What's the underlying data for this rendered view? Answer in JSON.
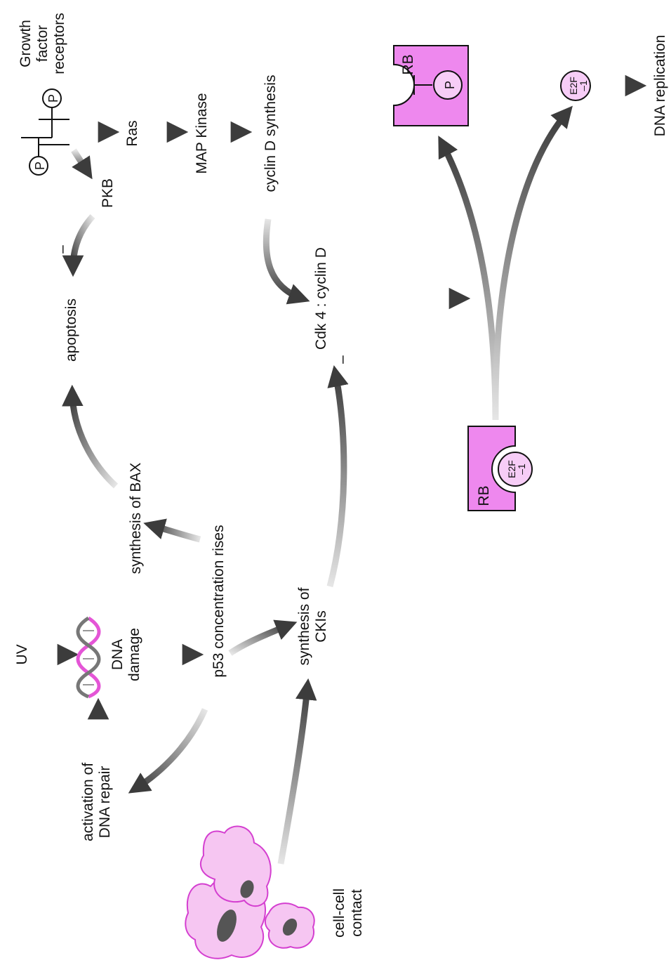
{
  "labels": {
    "growth_factor_receptors": [
      "Growth",
      "factor",
      "receptors"
    ],
    "ras": "Ras",
    "map_kinase": "MAP Kinase",
    "cyclin_d_synthesis": "cyclin D synthesis",
    "pkb": "PKB",
    "minus_pkb": "–",
    "apoptosis": "apoptosis",
    "cdk4_cyclin_d": "Cdk 4 : cyclin D",
    "minus_cdk4": "–",
    "synthesis_of_bax": "synthesis of BAX",
    "p53_rises": "p53 concentration rises",
    "synthesis_of_ckis": [
      "synthesis of",
      "CKIs"
    ],
    "uv": "UV",
    "dna_damage": [
      "DNA",
      "damage"
    ],
    "activation_of_dna_repair": [
      "activation of",
      "DNA repair"
    ],
    "cell_cell_contact": [
      "cell-cell",
      "contact"
    ],
    "dna_replication": "DNA replication",
    "rb_top": "RB",
    "rb_bottom": "RB",
    "phospho_rb": "P",
    "e2f_free": [
      "E2F",
      "–1"
    ],
    "e2f_bound": [
      "E2F",
      "–1"
    ],
    "receptor_p_top": "P",
    "receptor_p_bottom": "P"
  },
  "colors": {
    "rb_fill": "#ee88ee",
    "e2f_fill": "#f7cdf7",
    "cell_fill": "#f6c6f2",
    "cell_outline": "#d43fd0",
    "nucleus": "#555555",
    "arrow_dark": "#3c3c3c",
    "dna_pink": "#e455d6",
    "dna_grey": "#777777"
  }
}
